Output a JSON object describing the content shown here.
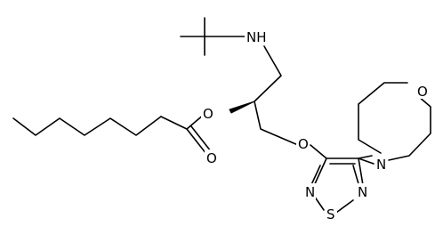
{
  "molecule": {
    "atoms": {
      "amine_nh": "NH",
      "ester_o": "O",
      "carbonyl_o": "O",
      "ether_o": "O",
      "morph_o": "O",
      "morph_n": "N",
      "ring_n_left": "N",
      "ring_n_right": "N",
      "ring_s": "S"
    },
    "colors": {
      "bond": "#000000",
      "background": "#ffffff"
    }
  }
}
